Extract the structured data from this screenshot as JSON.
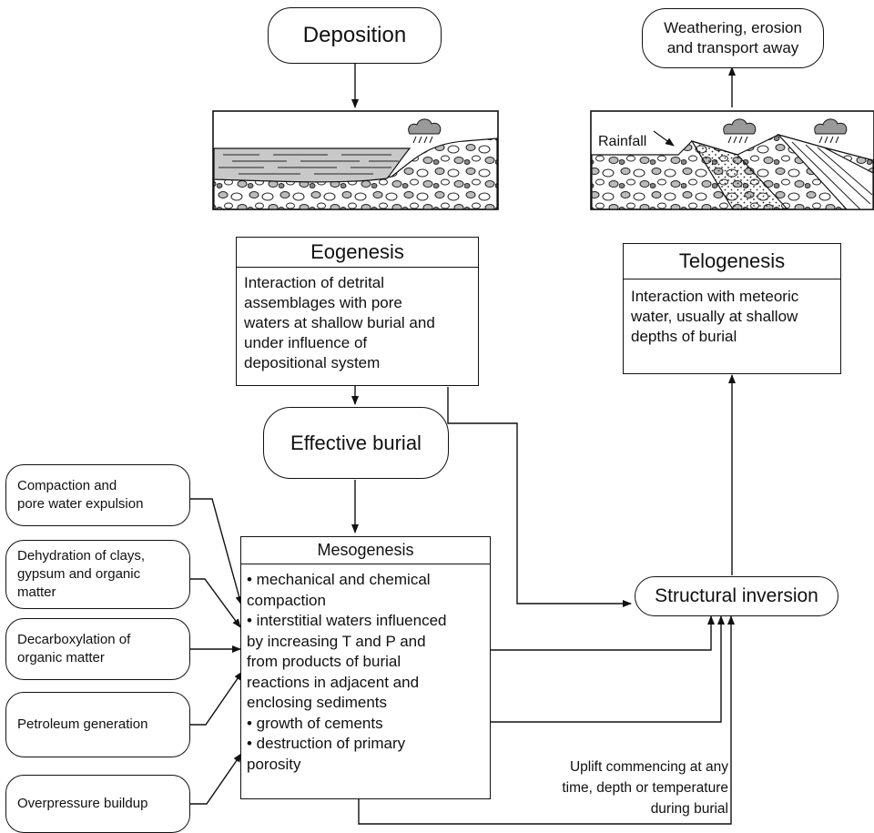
{
  "top": {
    "deposition": "Deposition",
    "weathering_line1": "Weathering, erosion",
    "weathering_line2": "and transport away",
    "rainfall": "Rainfall"
  },
  "eogenesis": {
    "title": "Eogenesis",
    "lines": [
      "Interaction of detrital",
      "assemblages with pore",
      "waters at shallow burial and",
      "under influence of",
      "depositional system"
    ]
  },
  "telogenesis": {
    "title": "Telogenesis",
    "lines": [
      "Interaction with meteoric",
      "water, usually at shallow",
      "depths of burial"
    ]
  },
  "effective_burial": "Effective burial",
  "structural_inversion": "Structural inversion",
  "mesogenesis": {
    "title": "Mesogenesis",
    "lines": [
      "• mechanical and chemical",
      "compaction",
      "• interstitial waters influenced",
      "by increasing T and P and",
      "from products of burial",
      "reactions in adjacent and",
      "enclosing sediments",
      "• growth of cements",
      "• destruction of primary",
      "porosity"
    ]
  },
  "side_processes": [
    {
      "lines": [
        "Compaction and",
        "pore water expulsion"
      ]
    },
    {
      "lines": [
        "Dehydration of clays,",
        "gypsum and organic",
        "matter"
      ]
    },
    {
      "lines": [
        "Decarboxylation of",
        "organic matter"
      ]
    },
    {
      "lines": [
        "Petroleum generation"
      ]
    },
    {
      "lines": [
        "Overpressure buildup"
      ]
    }
  ],
  "uplift_note": [
    "Uplift commencing at any",
    "time, depth or temperature",
    "during burial"
  ]
}
